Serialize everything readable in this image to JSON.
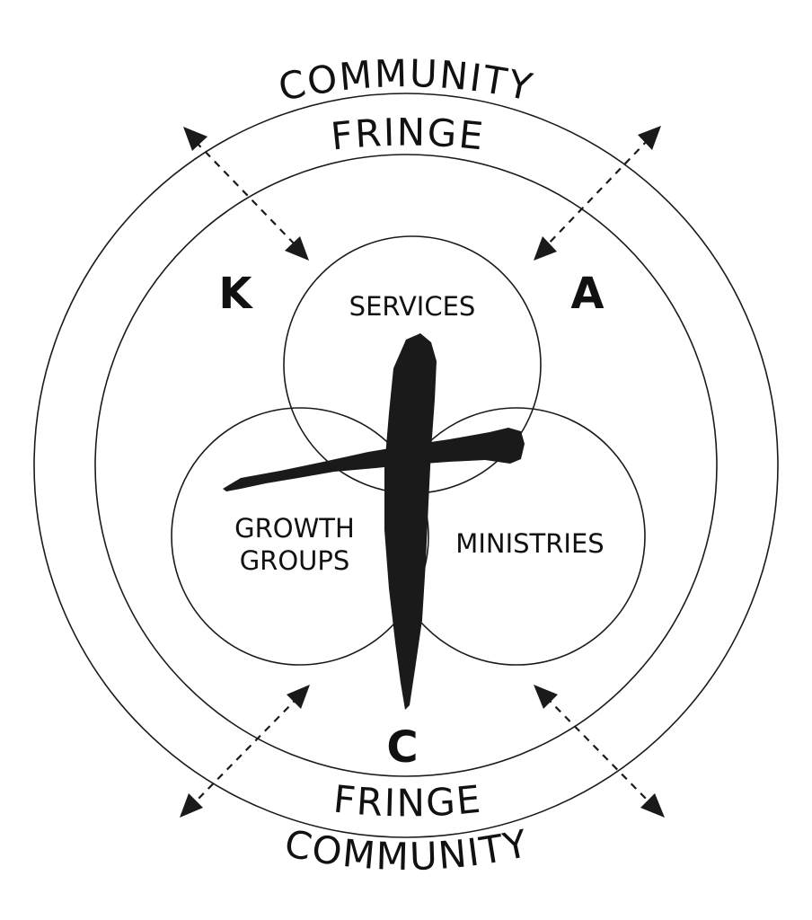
{
  "outer_ring": {
    "top_label": "COMMUNITY",
    "bottom_label": "COMMUNITY"
  },
  "middle_ring": {
    "top_label": "FRINGE",
    "bottom_label": "FRINGE"
  },
  "letters": {
    "left": "K",
    "right": "A",
    "bottom": "C"
  },
  "circles": {
    "top": "SERVICES",
    "left_line1": "GROWTH",
    "left_line2": "GROUPS",
    "right": "MINISTRIES"
  },
  "colors": {
    "ink": "#1a1a1a",
    "background": "#ffffff"
  }
}
